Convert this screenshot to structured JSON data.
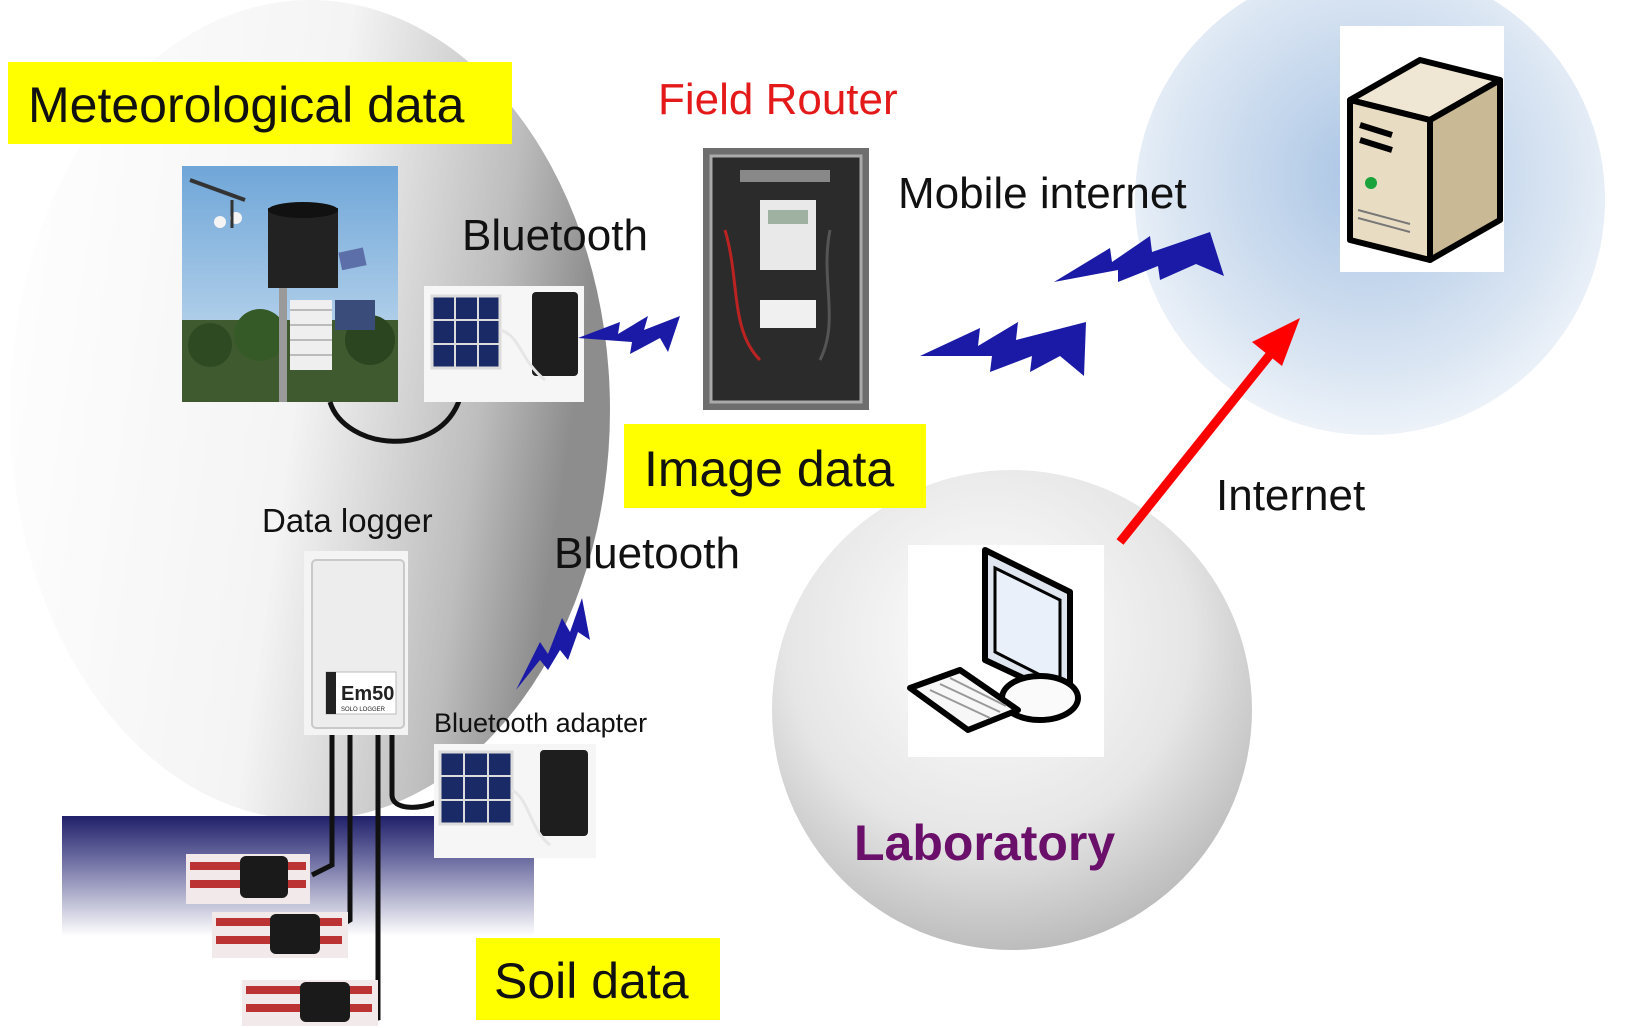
{
  "labels": {
    "meteorological": "Meteorological data",
    "field_router": "Field Router",
    "bluetooth_top": "Bluetooth",
    "mobile_internet": "Mobile internet",
    "image_data": "Image data",
    "data_logger": "Data logger",
    "bluetooth_mid": "Bluetooth",
    "internet": "Internet",
    "bluetooth_adapter": "Bluetooth adapter",
    "laboratory": "Laboratory",
    "soil_data": "Soil data",
    "logger_model": "Em50",
    "logger_sub": "SOLO LOGGER"
  },
  "colors": {
    "highlight": "#ffff00",
    "field_router_text": "#e41a1a",
    "laboratory_text": "#6a0f6a",
    "wireless_bolt": "#1a1aa6",
    "internet_arrow": "#ff0000",
    "server_halo": "#a9c4e4"
  },
  "icons": {
    "weather_station": "weather-station-photo",
    "solar_adapter": "solar-bluetooth-adapter-photo",
    "router": "field-router-box-photo",
    "server": "server-tower-icon",
    "computer": "desktop-computer-icon",
    "logger": "em50-data-logger-photo",
    "sensor": "soil-moisture-sensor-photo",
    "bolt": "wireless-lightning-icon",
    "arrow": "internet-arrow-icon"
  }
}
